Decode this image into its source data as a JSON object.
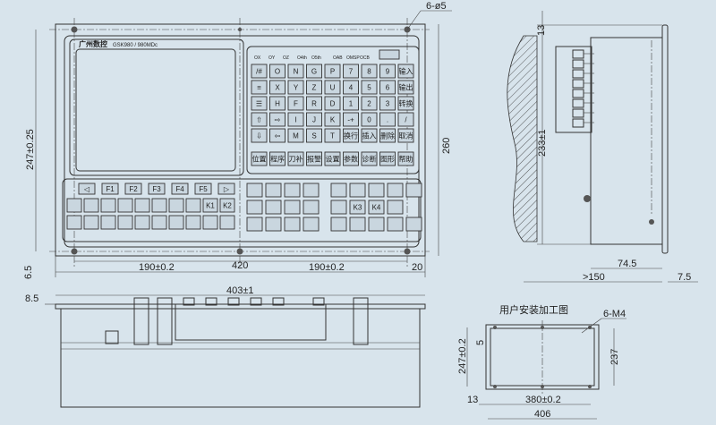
{
  "front_view": {
    "logo_text": "广州数控",
    "model_text": "GSK980 / 980MDc",
    "hole_callout": "6-ø5",
    "dim_height_holes": "247±0.25",
    "dim_height_total": "260",
    "dim_bottom_offset": "6.5",
    "dim_left_half": "190±0.2",
    "dim_right_half": "190±0.2",
    "dim_width_total": "420",
    "dim_right_margin": "20",
    "axis_labels": [
      "OX",
      "OY",
      "OZ",
      "O4th",
      "O5th"
    ],
    "status_labels": [
      "OAB",
      "OMSP",
      "OCB"
    ],
    "keypad_rows": [
      [
        "/#",
        "O",
        "N",
        "G",
        "P",
        "7",
        "8",
        "9",
        "输入"
      ],
      [
        "≡",
        "X",
        "Y",
        "Z",
        "U",
        "4",
        "5",
        "6",
        "输出"
      ],
      [
        "☰",
        "H",
        "F",
        "R",
        "D",
        "1",
        "2",
        "3",
        "转换"
      ],
      [
        "⇧",
        "⇨",
        "I",
        "J",
        "K",
        "-+",
        "0",
        ".",
        "/"
      ],
      [
        "⇩",
        "⇦",
        "M",
        "S",
        "T",
        "换行",
        "插入",
        "删除",
        "取消"
      ],
      [
        "位置",
        "程序",
        "刀补",
        "报警",
        "设置",
        "参数",
        "诊断",
        "图形",
        "帮助"
      ]
    ],
    "function_keys": [
      "◁",
      "F1",
      "F2",
      "F3",
      "F4",
      "F5",
      "▷"
    ],
    "custom_keys": [
      "K1",
      "K2",
      "K3",
      "K4"
    ]
  },
  "bottom_view": {
    "dim_width": "403±1",
    "dim_offset": "8.5"
  },
  "side_view": {
    "dim_top": "13",
    "dim_height": "233±1",
    "dim_depth": "74.5",
    "dim_clearance": ">150",
    "dim_flange": "7.5"
  },
  "mounting_cutout": {
    "title": "用户安装加工图",
    "hole_callout": "6-M4",
    "dim_height_holes": "247±0.2",
    "dim_top_offset": "5",
    "dim_height_cutout": "237",
    "dim_left_offset": "13",
    "dim_width_holes": "380±0.2",
    "dim_width_total": "406"
  }
}
